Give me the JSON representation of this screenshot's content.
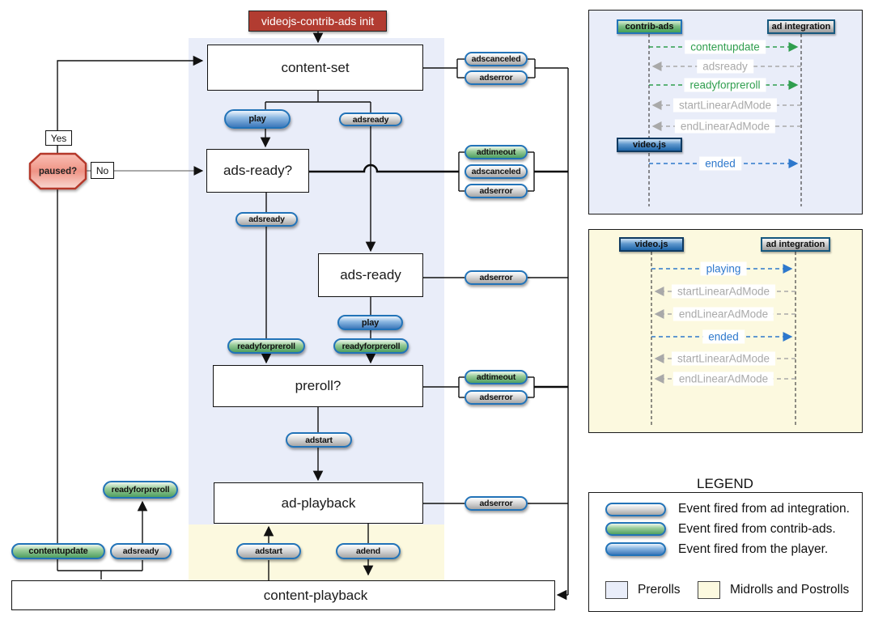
{
  "colors": {
    "preroll_region": "#E9EDF9",
    "midroll_region": "#FCF9DF",
    "init_red": "#B23C31",
    "pill_border": "#2273B8",
    "green_text": "#2F9E4E",
    "blue_text": "#2D78CC",
    "gray_text": "#A9A9A9"
  },
  "flow": {
    "init_label": "videojs-contrib-ads init",
    "states": {
      "content_set": "content-set",
      "ads_ready_q": "ads-ready?",
      "ads_ready": "ads-ready",
      "preroll_q": "preroll?",
      "ad_playback": "ad-playback",
      "content_playback": "content-playback"
    },
    "decision": {
      "label": "paused?",
      "yes": "Yes",
      "no": "No"
    },
    "pills": [
      {
        "label": "play",
        "kind": "blue"
      },
      {
        "label": "adsready",
        "kind": "gray"
      },
      {
        "label": "adsready",
        "kind": "gray"
      },
      {
        "label": "readyforpreroll",
        "kind": "green"
      },
      {
        "label": "play",
        "kind": "blue"
      },
      {
        "label": "readyforpreroll",
        "kind": "green"
      },
      {
        "label": "adstart",
        "kind": "gray"
      },
      {
        "label": "adstart",
        "kind": "gray"
      },
      {
        "label": "adend",
        "kind": "gray"
      },
      {
        "label": "readyforpreroll",
        "kind": "green"
      },
      {
        "label": "contentupdate",
        "kind": "green"
      },
      {
        "label": "adsready",
        "kind": "gray"
      },
      {
        "label": "adscanceled",
        "kind": "gray"
      },
      {
        "label": "adserror",
        "kind": "gray"
      },
      {
        "label": "adtimeout",
        "kind": "green"
      },
      {
        "label": "adscanceled",
        "kind": "gray"
      },
      {
        "label": "adserror",
        "kind": "gray"
      },
      {
        "label": "adserror",
        "kind": "gray"
      },
      {
        "label": "adtimeout",
        "kind": "green"
      },
      {
        "label": "adserror",
        "kind": "gray"
      },
      {
        "label": "adserror",
        "kind": "gray"
      }
    ]
  },
  "seq1": {
    "headers": [
      {
        "label": "contrib-ads",
        "kind": "green"
      },
      {
        "label": "ad integration",
        "kind": "gray"
      },
      {
        "label": "video.js",
        "kind": "blue"
      }
    ],
    "messages": [
      {
        "label": "contentupdate",
        "kind": "green",
        "dir": "right"
      },
      {
        "label": "adsready",
        "kind": "gray",
        "dir": "left"
      },
      {
        "label": "readyforpreroll",
        "kind": "green",
        "dir": "right"
      },
      {
        "label": "startLinearAdMode",
        "kind": "gray",
        "dir": "left"
      },
      {
        "label": "endLinearAdMode",
        "kind": "gray",
        "dir": "left"
      },
      {
        "label": "ended",
        "kind": "blue",
        "dir": "right"
      }
    ]
  },
  "seq2": {
    "headers": [
      {
        "label": "video.js",
        "kind": "blue"
      },
      {
        "label": "ad integration",
        "kind": "gray"
      }
    ],
    "messages": [
      {
        "label": "playing",
        "kind": "blue",
        "dir": "right"
      },
      {
        "label": "startLinearAdMode",
        "kind": "gray",
        "dir": "left"
      },
      {
        "label": "endLinearAdMode",
        "kind": "gray",
        "dir": "left"
      },
      {
        "label": "ended",
        "kind": "blue",
        "dir": "right"
      },
      {
        "label": "startLinearAdMode",
        "kind": "gray",
        "dir": "left"
      },
      {
        "label": "endLinearAdMode",
        "kind": "gray",
        "dir": "left"
      }
    ]
  },
  "legend": {
    "title": "LEGEND",
    "items": [
      {
        "kind": "gray",
        "label": "Event fired from ad integration."
      },
      {
        "kind": "green",
        "label": "Event fired from contrib-ads."
      },
      {
        "kind": "blue",
        "label": "Event fired from the player."
      }
    ],
    "regions": [
      {
        "kind": "preroll",
        "label": "Prerolls"
      },
      {
        "kind": "midroll",
        "label": "Midrolls and Postrolls"
      }
    ]
  }
}
